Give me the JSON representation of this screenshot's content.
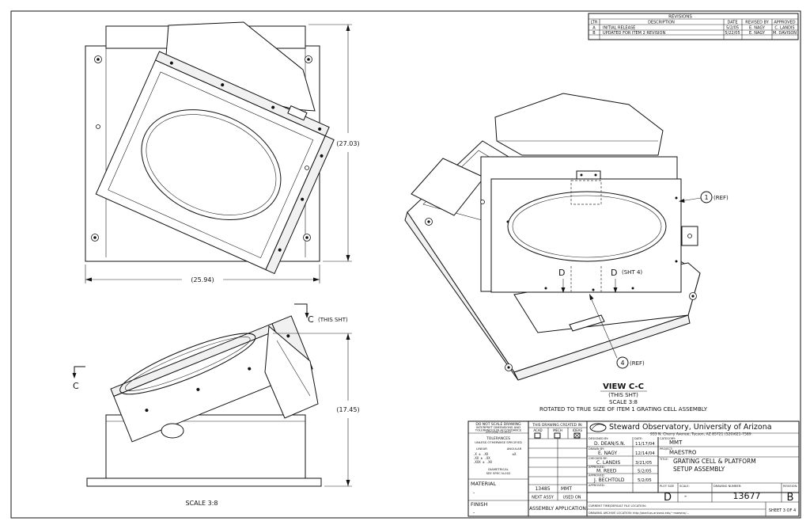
{
  "revisions": {
    "title": "REVISIONS",
    "headers": [
      "LTR",
      "DESCRIPTION",
      "DATE",
      "REVISED BY",
      "APPROVED"
    ],
    "rows": [
      [
        "A",
        "INITIAL RELEASE",
        "5/2/05",
        "E. NAGY",
        "C. LANDIS"
      ],
      [
        "B",
        "UPDATED FOR ITEM 2 REVISION",
        "5/22/05",
        "E. NAGY",
        "M. DAVISON"
      ]
    ]
  },
  "views": {
    "top_width_dim": "(25.94)",
    "top_height_dim": "(27.03)",
    "front_height_dim": "(17.45)",
    "section_mark": "C",
    "section_mark_note": "(THIS SHT)",
    "section_mark_left": "C",
    "front_scale": "SCALE 3:8",
    "view_title": "VIEW C-C",
    "view_sub": "(THIS SHT)",
    "view_scale": "SCALE 3:8",
    "view_caption": "ROTATED TO TRUE SIZE OF ITEM 1 GRATING CELL ASSEMBLY",
    "callout_1": "1",
    "callout_1_note": "(REF)",
    "callout_4": "4",
    "callout_4_note": "(REF)",
    "detail_d": "D",
    "detail_d_right": "D",
    "detail_d_note": "(SHT 4)"
  },
  "title_block": {
    "scale_note": [
      "DO NOT SCALE DRAWING",
      "INTERPRET DIMENSIONS AND",
      "TOLERANCES IN ACCORDANCE",
      "WITH ASME Y14.5M-94"
    ],
    "tolerances_title": [
      "TOLERANCES",
      "UNLESS OTHERWISE SPECIFIED"
    ],
    "tol_headers": [
      "LINEAR",
      "ANGULAR"
    ],
    "tol_lines": [
      ".X   ± .XX",
      ".XX  ± .XX",
      ".XXX ± .XX"
    ],
    "tol_ang": "±X",
    "tol_extra": [
      "DIAMETRICAL",
      "SEE SPEC N-002"
    ],
    "drawing_created_in": "THIS DRAWING CREATED IN:",
    "cad_options": [
      "ACAD",
      "MECH",
      "IDEAS"
    ],
    "material_label": "MATERIAL",
    "material_value": "-",
    "finish_label": "FINISH",
    "finish_value": "-",
    "next_assy_value": "13485",
    "mmt_label": "MMT",
    "next_assy_label": "NEXT ASSY",
    "used_on_label": "USED ON",
    "assembly_application": "ASSEMBLY APPLICATION",
    "company": "Steward Observatory, University of Arizona",
    "address": "933 N. Cherry Avenue, Tucson, AZ 85721  (520)621-7589",
    "designed_by_label": "DESIGNED BY:",
    "designed_by": "D. DEAN/S.N.",
    "date_label": "DATE:",
    "date_value": "11/17/04",
    "category_label": "CATEGORY:",
    "category": "MMT",
    "drawn_by_label": "DRAWN BY:",
    "drawn_by": "E. NAGY",
    "drawn_date": "12/14/04",
    "project_label": "PROJECT:",
    "project": "MAESTRO",
    "checked_by_label": "CHECKED BY:",
    "checked_by": "C. LANDIS",
    "checked_date": "3/21/05",
    "title_label": "TITLE:",
    "title_line1": "GRATING CELL & PLATFORM",
    "title_line2": "SETUP ASSEMBLY",
    "approved_label": "APPROVED:",
    "approved_1": "M. REED",
    "approved_1_date": "5/2/05",
    "approved_2": "J. BECHTOLD",
    "approved_2_date": "5/2/05",
    "plot_size_label": "PLOT SIZE",
    "plot_size": "D",
    "scale_label": "SCALE:",
    "scale_value": "-",
    "drawing_number_label": "DRAWING NUMBER:",
    "drawing_number": "13677",
    "revision_label": "REVISION:",
    "revision": "B",
    "current_location": "CURRENT TIME/DEFAULT FILE LOCATION:",
    "archive_location": "DRAWING ARCHIVE LOCATION: http://abell.as.arizona.edu/~maestro/...",
    "sheet": "SHEET 3 OF 4"
  }
}
